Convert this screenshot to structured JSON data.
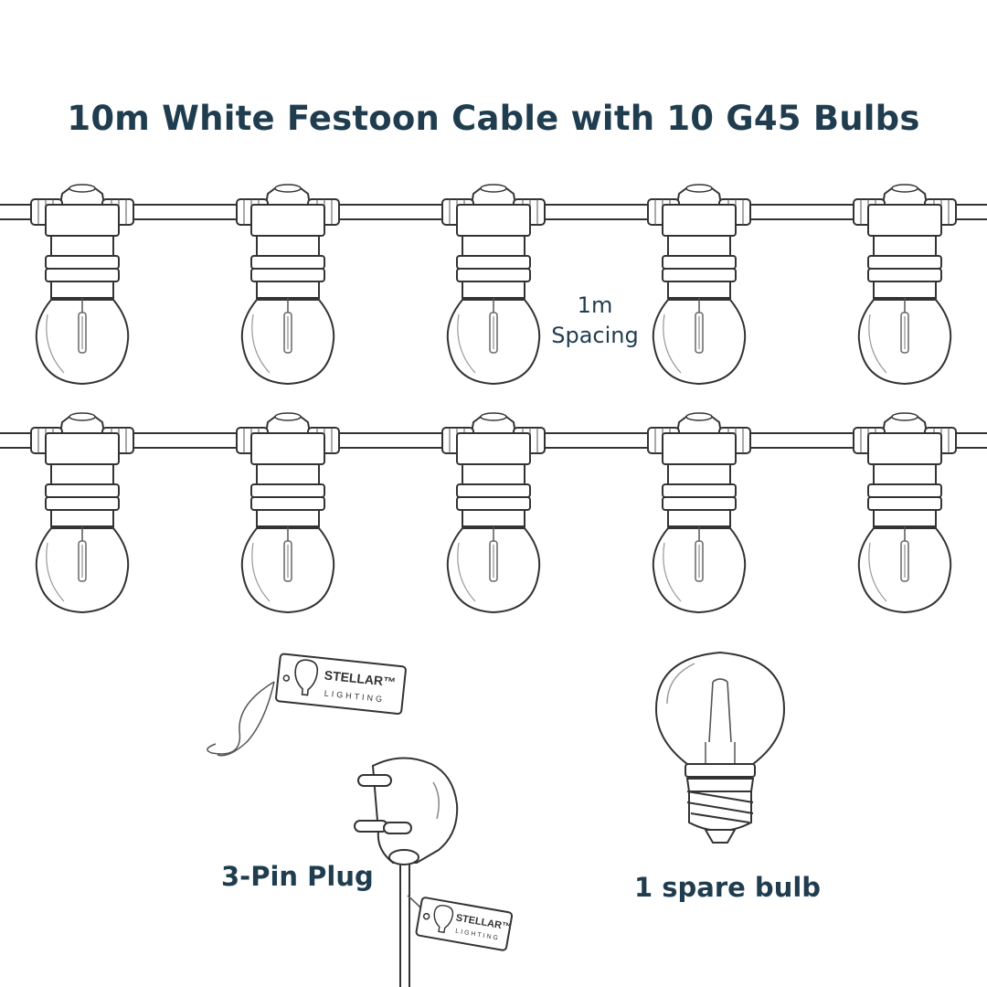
{
  "title": "10m White Festoon Cable with 10 G45 Bulbs",
  "spacing": {
    "line1": "1m",
    "line2": "Spacing"
  },
  "festoon": {
    "rows": 2,
    "bulbs_per_row": 5,
    "total_bulbs": 10
  },
  "tags": {
    "brand_top": "STELLAR™",
    "brand_bottom": "LIGHTING"
  },
  "captions": {
    "plug": "3-Pin Plug",
    "spare_bulb": "1 spare bulb"
  },
  "colors": {
    "text": "#1f3d4f",
    "line_art": "#3a3a3a",
    "background": "#ffffff"
  }
}
